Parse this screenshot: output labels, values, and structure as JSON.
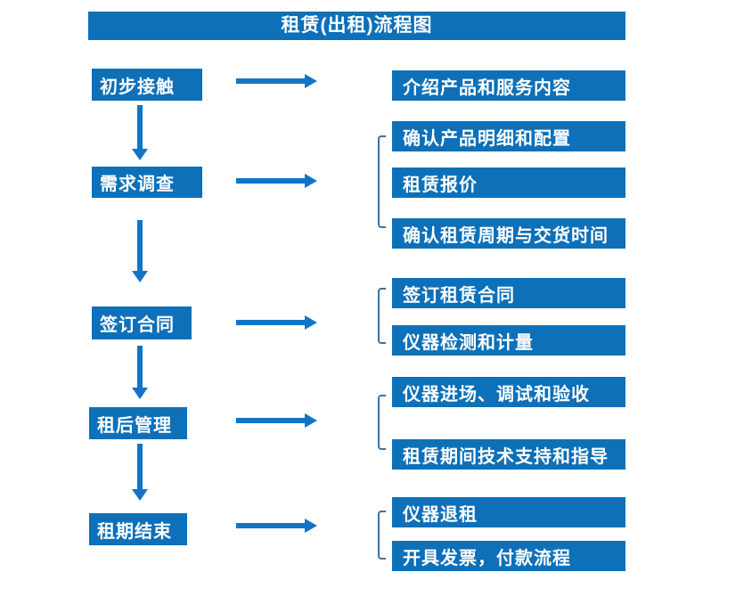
{
  "title": "租赁(出租)流程图",
  "colors": {
    "box_blue": "#0d70b8",
    "arrow_blue": "#1374c6",
    "bracket_blue": "#41719c",
    "text_white": "#ffffff",
    "background": "#ffffff"
  },
  "stages": [
    {
      "label": "初步接触",
      "details": [
        "介绍产品和服务内容"
      ]
    },
    {
      "label": "需求调查",
      "details": [
        "确认产品明细和配置",
        "租赁报价",
        "确认租赁周期与交货时间"
      ]
    },
    {
      "label": "签订合同",
      "details": [
        "签订租赁合同",
        "仪器检测和计量"
      ]
    },
    {
      "label": "租后管理",
      "details": [
        "仪器进场、调试和验收",
        "租赁期间技术支持和指导"
      ]
    },
    {
      "label": "租期结束",
      "details": [
        "仪器退租",
        "开具发票，付款流程"
      ]
    }
  ]
}
